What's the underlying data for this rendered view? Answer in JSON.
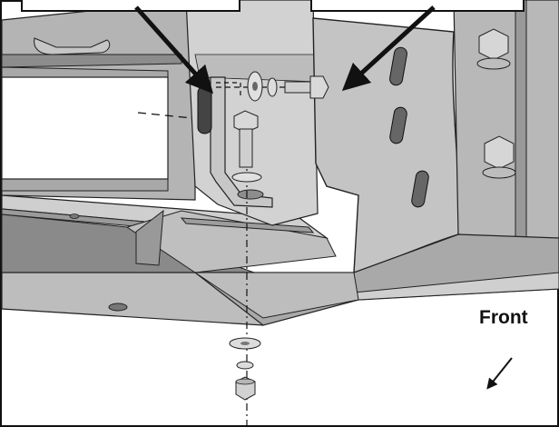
{
  "direction_label": "Front",
  "colors": {
    "metal_light": "#c9c9c9",
    "metal_mid": "#a9a9a9",
    "metal_dark": "#7f7f7f",
    "metal_shadow": "#5e5e5e",
    "outline": "#1a1a1a",
    "background": "#ffffff"
  },
  "icons": [
    "pointer-arrow-left",
    "pointer-arrow-right",
    "front-direction-arrow",
    "hex-bolt",
    "flat-washer",
    "lock-washer",
    "hex-nut"
  ]
}
